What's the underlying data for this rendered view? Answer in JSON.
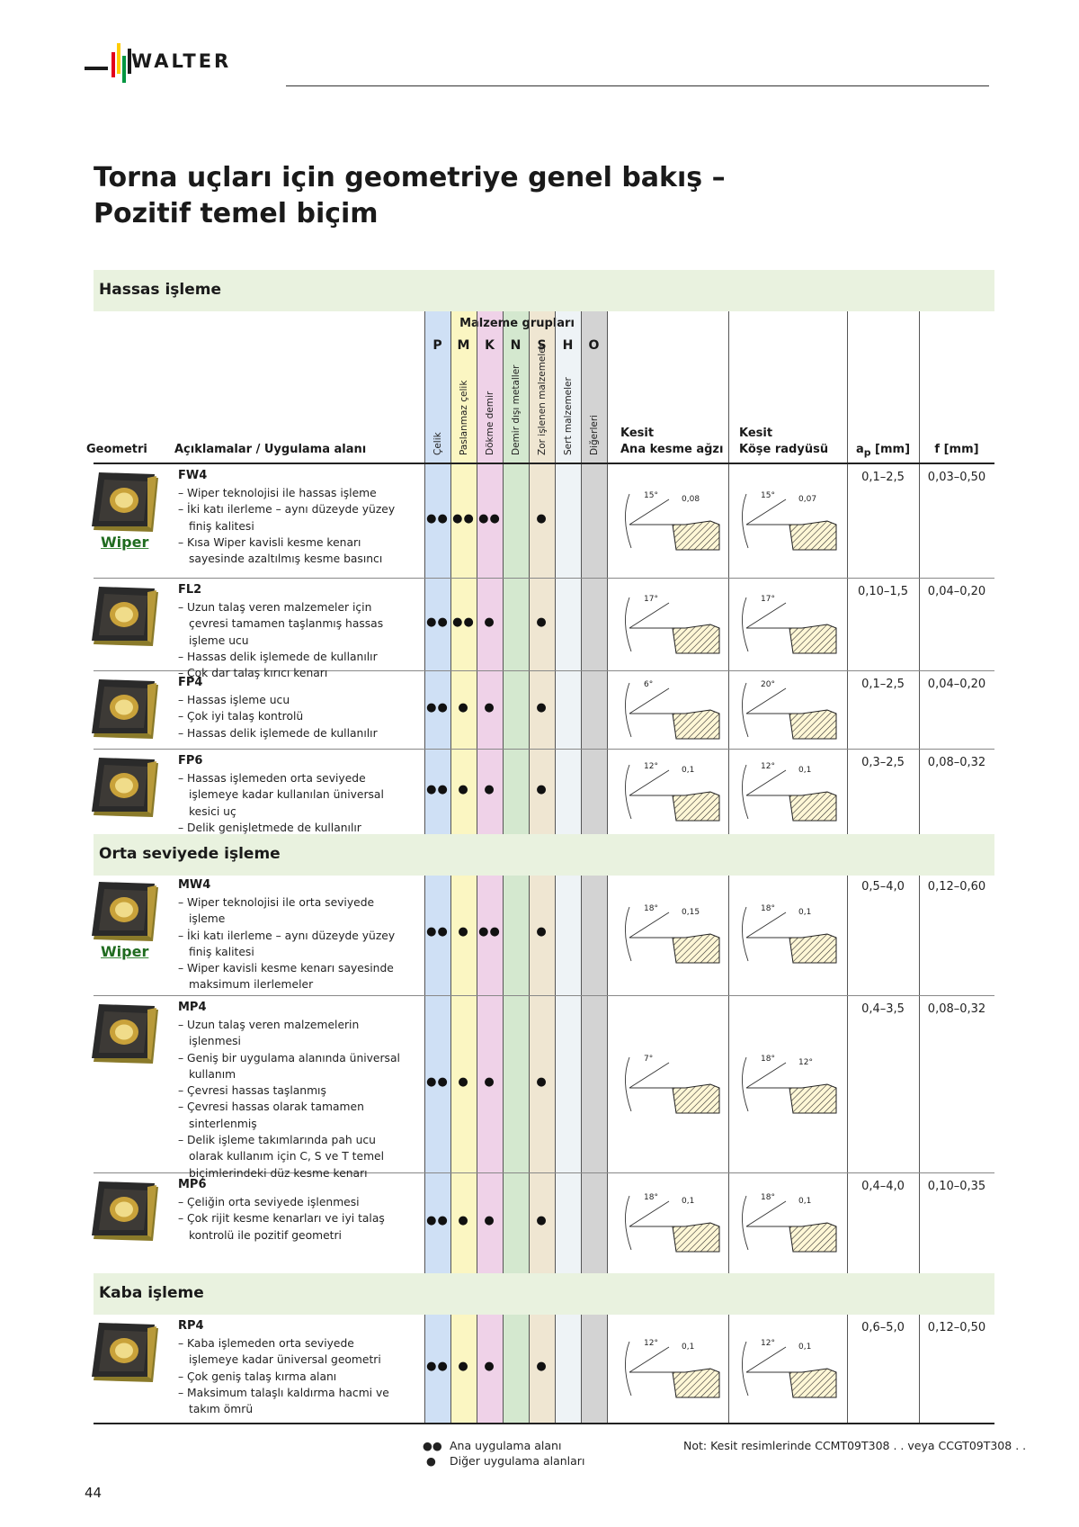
{
  "brand": "WALTER",
  "title_line1": "Torna uçları için geometriye genel bakış –",
  "title_line2": "Pozitif temel biçim",
  "sections": {
    "finishing": "Hassas işleme",
    "medium": "Orta seviyede işleme",
    "roughing": "Kaba işleme"
  },
  "headers": {
    "geometry": "Geometri",
    "description": "Açıklamalar / Uygulama alanı",
    "material_groups": "Malzeme grupları",
    "kesit1_line1": "Kesit",
    "kesit1_line2": "Ana kesme ağzı",
    "kesit2_line1": "Kesit",
    "kesit2_line2": "Köşe radyüsü",
    "ap": "a",
    "ap_sub": "p",
    "ap_unit": " [mm]",
    "f": "f [mm]"
  },
  "materials": [
    {
      "letter": "P",
      "name": "Çelik",
      "color": "#cfe0f5"
    },
    {
      "letter": "M",
      "name": "Paslanmaz çelik",
      "color": "#fbf6c2"
    },
    {
      "letter": "K",
      "name": "Dökme demir",
      "color": "#efd2e8"
    },
    {
      "letter": "N",
      "name": "Demir dışı metaller",
      "color": "#d4e8cf"
    },
    {
      "letter": "S",
      "name": "Zor işlenen malzemeler",
      "color": "#efe6d2"
    },
    {
      "letter": "H",
      "name": "Sert malzemeler",
      "color": "#eef3f6"
    },
    {
      "letter": "O",
      "name": "Diğerleri",
      "color": "#d3d3d3"
    }
  ],
  "wiper_label": "Wiper",
  "rows": [
    {
      "code": "FW4",
      "desc": [
        "– Wiper teknolojisi ile hassas işleme",
        "– İki katı ilerleme – aynı düzeyde yüzey finiş kalitesi",
        "– Kısa Wiper kavisli kesme kenarı sayesinde azaltılmış kesme basıncı"
      ],
      "marks": [
        "●●",
        "●●",
        "●●",
        "",
        "●",
        "",
        ""
      ],
      "ap": "0,1–2,5",
      "f": "0,03–0,50",
      "k1": [
        "15°",
        "0,08"
      ],
      "k2": [
        "15°",
        "0,07"
      ]
    },
    {
      "code": "FL2",
      "desc": [
        "– Uzun talaş veren malzemeler için çevresi tamamen taşlanmış hassas işleme ucu",
        "– Hassas delik işlemede de kullanılır",
        "– Çok dar talaş kırıcı kenarı"
      ],
      "marks": [
        "●●",
        "●●",
        "●",
        "",
        "●",
        "",
        ""
      ],
      "ap": "0,10–1,5",
      "f": "0,04–0,20",
      "k1": [
        "17°"
      ],
      "k2": [
        "17°"
      ]
    },
    {
      "code": "FP4",
      "desc": [
        "– Hassas işleme ucu",
        "– Çok iyi talaş kontrolü",
        "– Hassas delik işlemede de kullanılır"
      ],
      "marks": [
        "●●",
        "●",
        "●",
        "",
        "●",
        "",
        ""
      ],
      "ap": "0,1–2,5",
      "f": "0,04–0,20",
      "k1": [
        "6°"
      ],
      "k2": [
        "20°"
      ]
    },
    {
      "code": "FP6",
      "desc": [
        "– Hassas işlemeden orta seviyede işlemeye kadar kullanılan üniversal kesici uç",
        "– Delik genişletmede de kullanılır"
      ],
      "marks": [
        "●●",
        "●",
        "●",
        "",
        "●",
        "",
        ""
      ],
      "ap": "0,3–2,5",
      "f": "0,08–0,32",
      "k1": [
        "12°",
        "0,1"
      ],
      "k2": [
        "12°",
        "0,1"
      ]
    },
    {
      "code": "MW4",
      "desc": [
        "– Wiper teknolojisi ile orta seviyede işleme",
        "– İki katı ilerleme – aynı düzeyde yüzey finiş kalitesi",
        "– Wiper kavisli kesme kenarı sayesinde maksimum ilerlemeler"
      ],
      "marks": [
        "●●",
        "●",
        "●●",
        "",
        "●",
        "",
        ""
      ],
      "ap": "0,5–4,0",
      "f": "0,12–0,60",
      "k1": [
        "18°",
        "0,15"
      ],
      "k2": [
        "18°",
        "0,1"
      ]
    },
    {
      "code": "MP4",
      "desc": [
        "– Uzun talaş veren malzemelerin işlenmesi",
        "– Geniş bir uygulama alanında üniversal kullanım",
        "– Çevresi hassas taşlanmış",
        "– Çevresi hassas olarak tamamen sinterlenmiş",
        "– Delik işleme takımlarında pah ucu olarak kullanım için C, S ve T temel biçimlerindeki düz kesme kenarı"
      ],
      "marks": [
        "●●",
        "●",
        "●",
        "",
        "●",
        "",
        ""
      ],
      "ap": "0,4–3,5",
      "f": "0,08–0,32",
      "k1": [
        "7°"
      ],
      "k2": [
        "18°",
        "12°"
      ]
    },
    {
      "code": "MP6",
      "desc": [
        "– Çeliğin orta seviyede işlenmesi",
        "– Çok rijit kesme kenarları ve iyi talaş kontrolü ile pozitif geometri"
      ],
      "marks": [
        "●●",
        "●",
        "●",
        "",
        "●",
        "",
        ""
      ],
      "ap": "0,4–4,0",
      "f": "0,10–0,35",
      "k1": [
        "18°",
        "0,1"
      ],
      "k2": [
        "18°",
        "0,1"
      ]
    },
    {
      "code": "RP4",
      "desc": [
        "– Kaba işlemeden orta seviyede işlemeye kadar üniversal geometri",
        "– Çok geniş talaş kırma alanı",
        "– Maksimum talaşlı kaldırma hacmi ve takım ömrü"
      ],
      "marks": [
        "●●",
        "●",
        "●",
        "",
        "●",
        "",
        ""
      ],
      "ap": "0,6–5,0",
      "f": "0,12–0,50",
      "k1": [
        "12°",
        "0,1"
      ],
      "k2": [
        "12°",
        "0,1"
      ]
    }
  ],
  "legend": {
    "double_sym": "●●",
    "double": "Ana uygulama alanı",
    "single_sym": "●",
    "single": "Diğer uygulama alanları",
    "note": "Not: Kesit resimlerinde CCMT09T308 . . veya CCGT09T308 . ."
  },
  "page_number": "44"
}
